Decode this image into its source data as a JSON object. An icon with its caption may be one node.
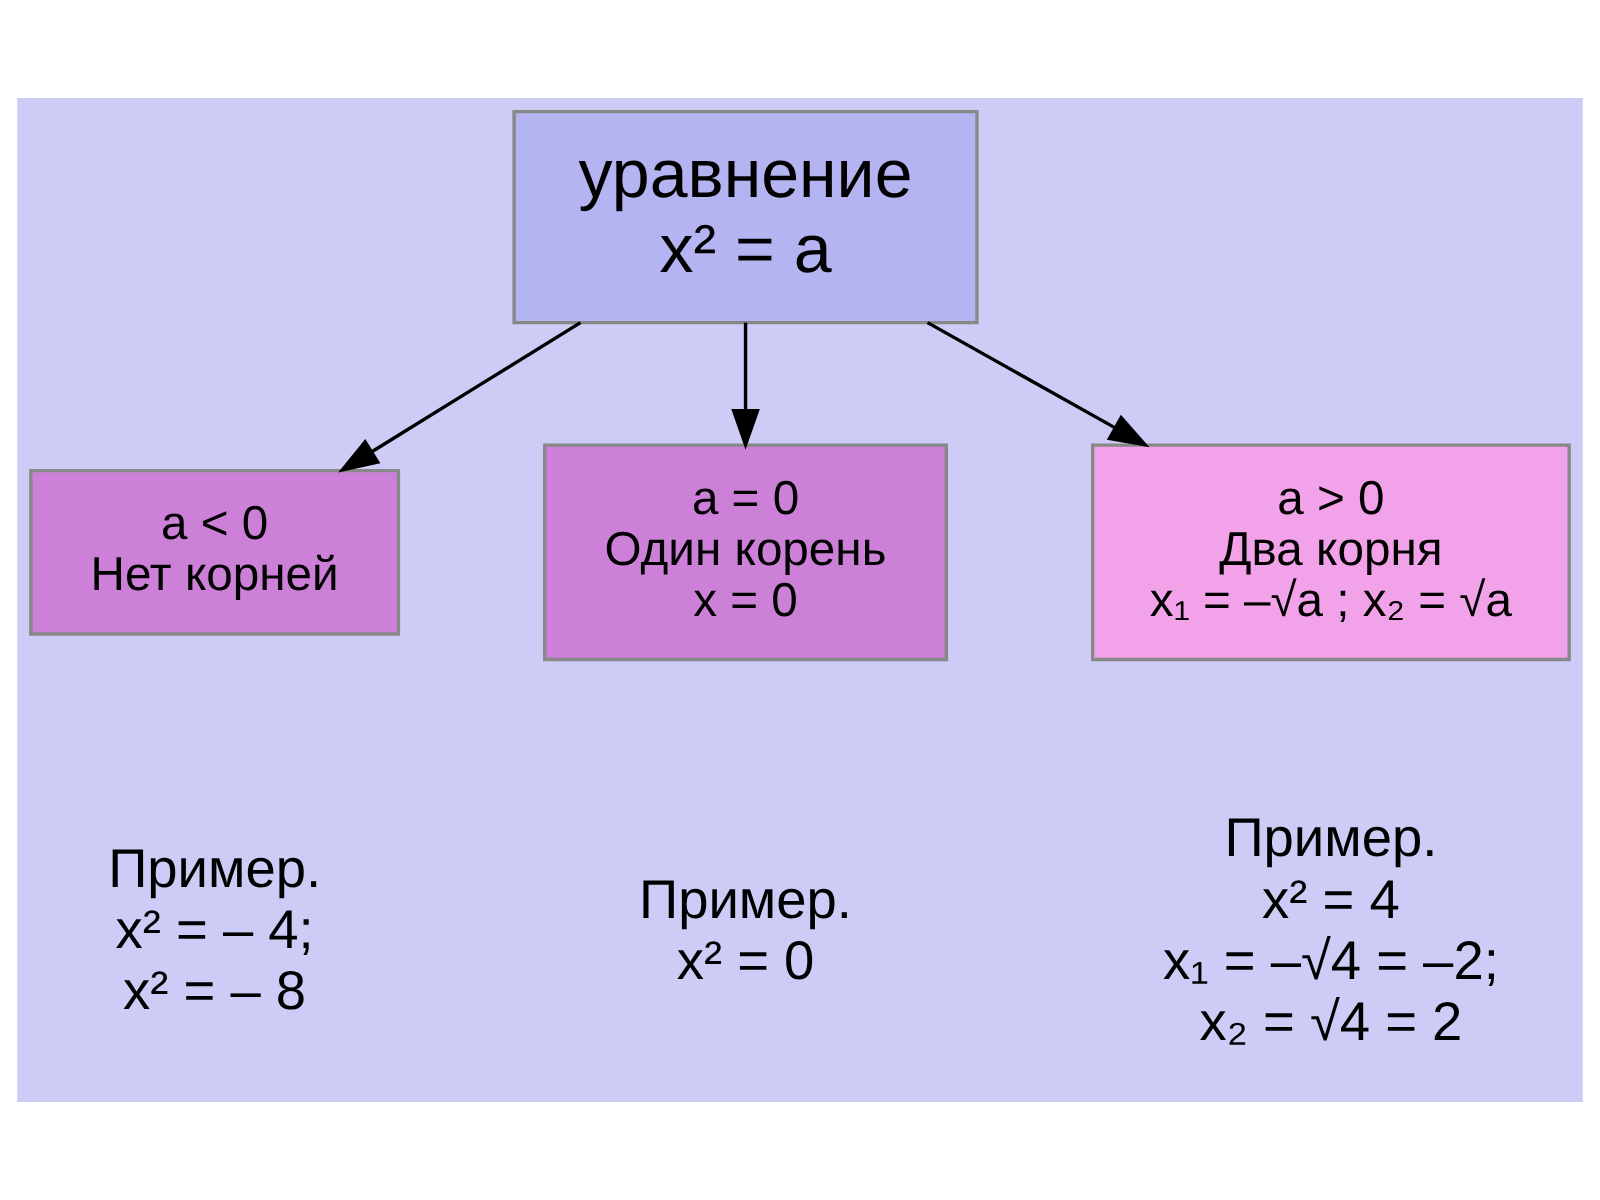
{
  "diagram": {
    "nodes": [
      {
        "text": [
          "уравнение",
          "x² = a"
        ]
      },
      {
        "text": [
          "a < 0",
          "Нет корней"
        ],
        "beside": [
          "Пример.",
          "x² = – 4;",
          "x² = – 8"
        ]
      },
      {
        "text": [
          "a = 0",
          "Один корень",
          "x = 0"
        ],
        "beside": [
          "Пример.",
          "x² = 0"
        ]
      },
      {
        "text": [
          "a > 0",
          "Два корня",
          "x₁ = –√a ; x₂ = √a"
        ],
        "beside": [
          "Пример.",
          "x² = 4",
          "x₁ = –√4 = –2;",
          "x₂ = √4 = 2"
        ]
      }
    ],
    "edges": [
      {
        "from": 0,
        "to": 1,
        "arrow": "to"
      },
      {
        "from": 0,
        "to": 2,
        "arrow": "to"
      },
      {
        "from": 0,
        "to": 3,
        "arrow": "to"
      }
    ]
  }
}
